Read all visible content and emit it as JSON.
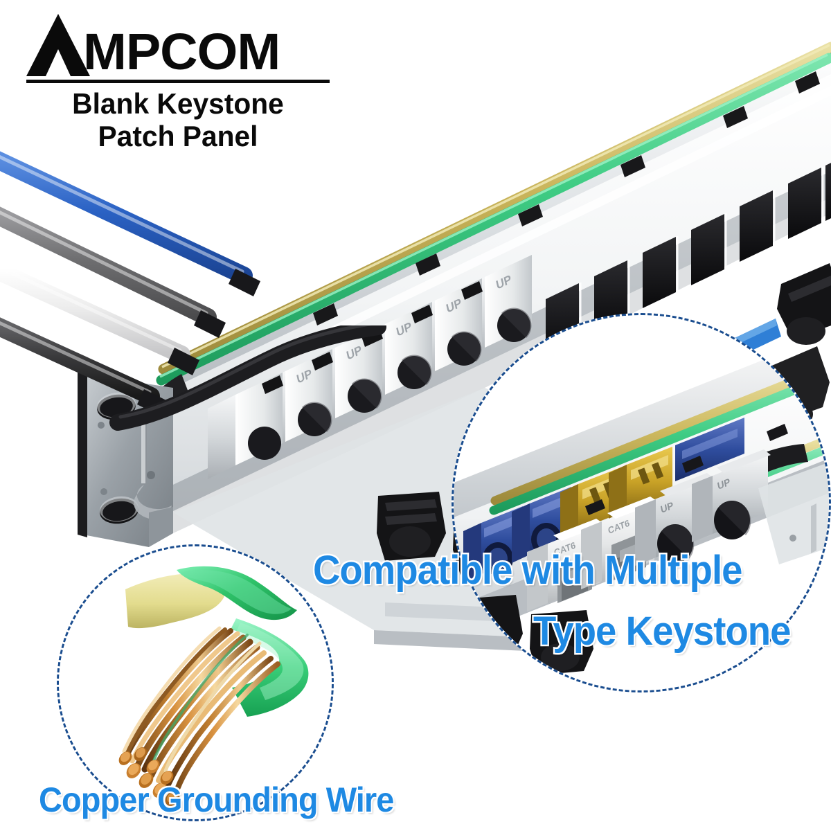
{
  "brand": {
    "logo_mark": "lambda-a-icon",
    "logo_word": "MPCOM",
    "tagline_line1": "Blank Keystone",
    "tagline_line2": "Patch Panel",
    "logo_color": "#0a0a0a"
  },
  "callouts": {
    "compatible_line1": "Compatible with Multiple",
    "compatible_line2": "Type Keystone",
    "copper": "Copper Grounding Wire",
    "color": "#1e89e3",
    "outline_color": "#ffffff"
  },
  "product": {
    "name": "Blank Keystone Patch Panel",
    "panel_body_color": "#e9ebec",
    "panel_shadow_color": "#b6bbbf",
    "ground_wire_green": "#3fcc84",
    "ground_wire_yellow": "#c9b45a",
    "empty_slot_color": "#121214",
    "clip_color": "#141416",
    "shielded_module_color": "#cfd2d4",
    "module_label": "UP",
    "bracket_color": "#9ea4a9"
  },
  "cables": [
    {
      "name": "blue-cable",
      "color": "#2b62c4"
    },
    {
      "name": "gray-cable",
      "color": "#6e6e70"
    },
    {
      "name": "white-cable",
      "color": "#ededed"
    },
    {
      "name": "black-cable",
      "color": "#3a3a3c"
    }
  ],
  "inset_keystone": {
    "label": "keystone-compatibility-inset",
    "border_color": "#1a4d8f",
    "jacks": [
      {
        "name": "lc-fiber-adapter-1",
        "type": "fiber-lc",
        "color": "#2f4d9e"
      },
      {
        "name": "lc-fiber-adapter-2",
        "type": "fiber-lc",
        "color": "#2f4d9e"
      },
      {
        "name": "sc-fiber-adapter-1",
        "type": "fiber-sc",
        "color": "#c9a227"
      },
      {
        "name": "sc-fiber-adapter-2",
        "type": "fiber-sc",
        "color": "#c9a227"
      },
      {
        "name": "rj45-keystone-1",
        "type": "utp-rj45",
        "color": "#e4e6e7",
        "label": "CAT6"
      },
      {
        "name": "rj45-keystone-2",
        "type": "utp-rj45",
        "color": "#e4e6e7",
        "label": "CAT6"
      },
      {
        "name": "shielded-keystone-1",
        "type": "stp-shielded",
        "color": "#cfd2d4",
        "label": "UP"
      },
      {
        "name": "shielded-keystone-2",
        "type": "stp-shielded",
        "color": "#cfd2d4",
        "label": "UP"
      }
    ]
  },
  "inset_copper": {
    "label": "copper-grounding-wire-inset",
    "border_color": "#1a4d8f",
    "jacket_green": "#2fc36a",
    "jacket_yellow": "#e3dc8e",
    "strand_color": "#b5742c"
  }
}
